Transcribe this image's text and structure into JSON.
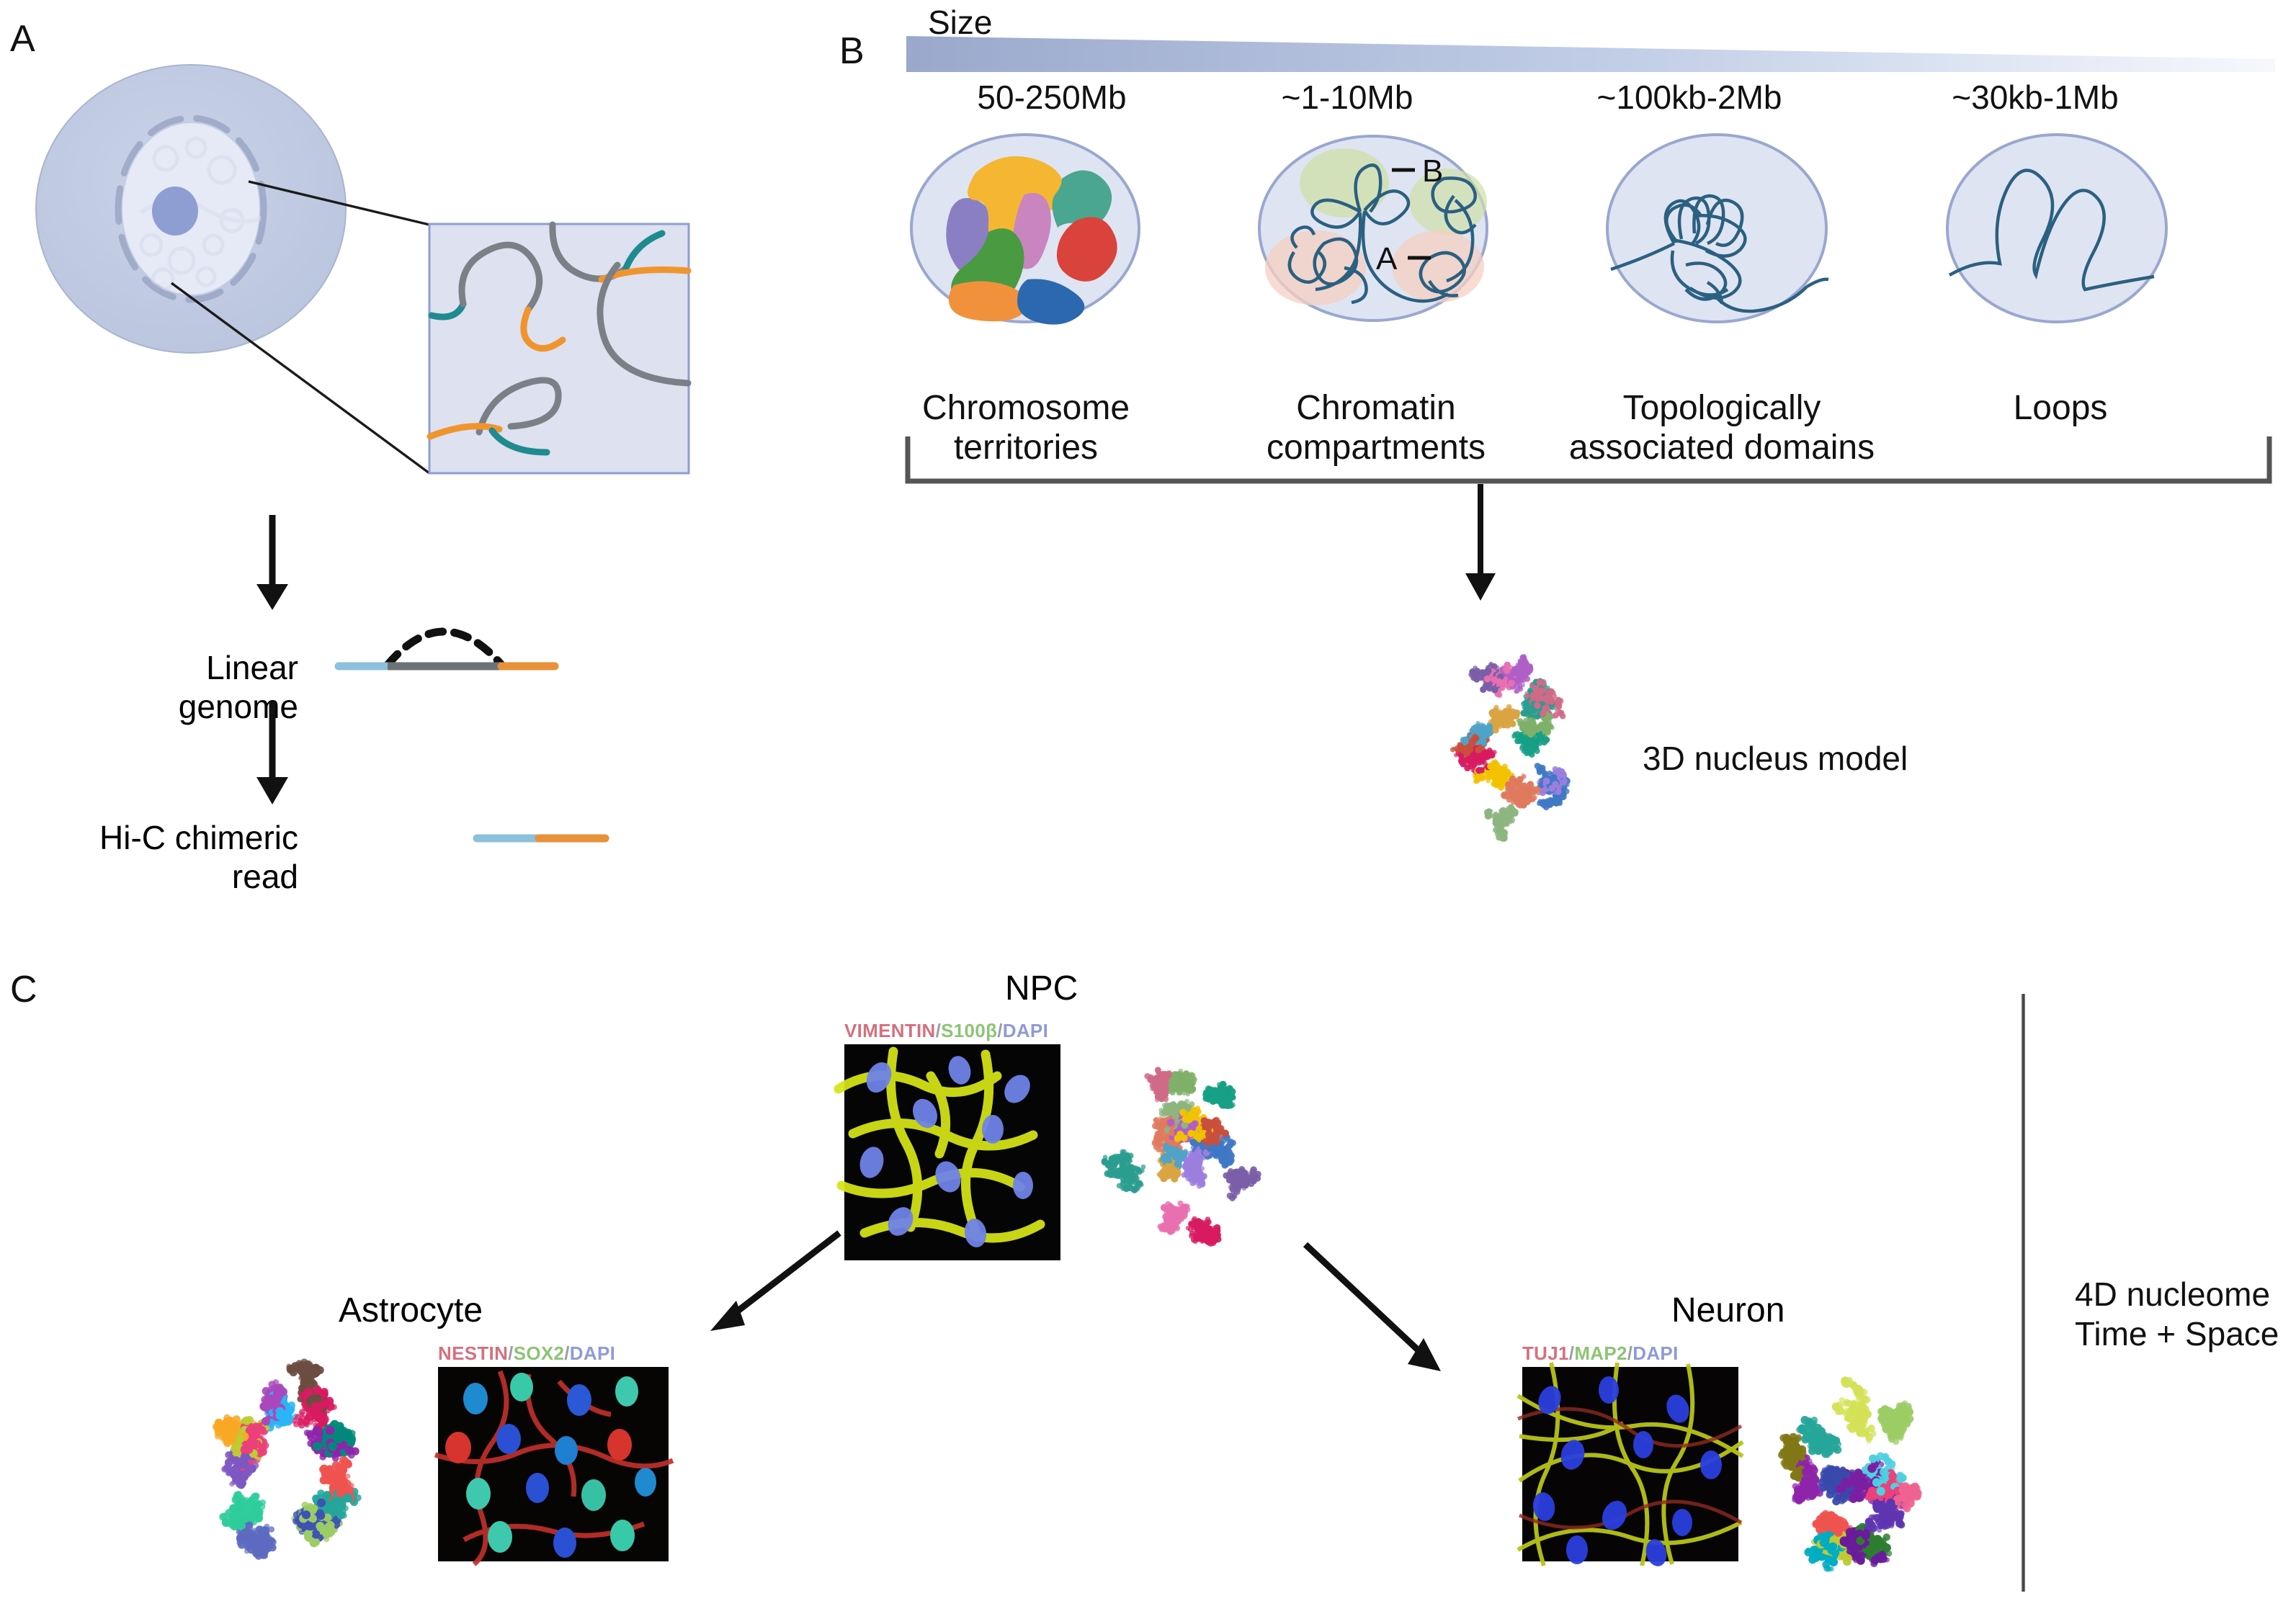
{
  "panels": {
    "a": {
      "letter": "A"
    },
    "b": {
      "letter": "B"
    },
    "c": {
      "letter": "C"
    }
  },
  "panel_a": {
    "linear_genome_label": "Linear genome",
    "hic_read_label": "Hi-C chimeric read",
    "colors": {
      "cell_body": "#bfc9e0",
      "nucleus_fill": "#e3e7f4",
      "nucleolus": "#8e9ed2",
      "inset_bg": "#dde1f0",
      "inset_border": "#8e9ed2",
      "strand_gray": "#7b8087",
      "strand_teal": "#1f8a8f",
      "strand_orange": "#f0952e",
      "read_blue": "#8cc0dc",
      "read_orange": "#e8903a"
    }
  },
  "panel_b": {
    "size_label": "Size",
    "size_ticks": [
      "50-250Mb",
      "~1-10Mb",
      "~100kb-2Mb",
      "~30kb-1Mb"
    ],
    "levels": [
      {
        "caption_line1": "Chromosome",
        "caption_line2": "territories"
      },
      {
        "caption_line1": "Chromatin",
        "caption_line2": "compartments"
      },
      {
        "caption_line1": "Topologically",
        "caption_line2": "associated domains"
      },
      {
        "caption_line1": "Loops",
        "caption_line2": ""
      }
    ],
    "compartment_labels": {
      "a": "A",
      "b": "B"
    },
    "model_label": "3D nucleus model",
    "colors": {
      "nucleus_fill": "#dfe4f3",
      "nucleus_stroke": "#9aa7cf",
      "gradient_dark": "#9aa8cc",
      "gradient_light": "#f2f5fc",
      "chromatin_stroke": "#2b6080",
      "compartment_b": "#cfe0a8",
      "compartment_a": "#f6cfc2",
      "bracket": "#555555"
    },
    "territory_colors": [
      "#f5b731",
      "#8b7fc4",
      "#4aa68f",
      "#c985c0",
      "#4a9a42",
      "#d9433c",
      "#f2913c",
      "#2b68b0"
    ]
  },
  "panel_c": {
    "npc_label": "NPC",
    "astrocyte_label": "Astrocyte",
    "neuron_label": "Neuron",
    "right_label_line1": "4D nucleome",
    "right_label_line2": "Time + Space",
    "micrographs": [
      {
        "id": "npc",
        "markers": [
          "VIMENTIN",
          "S100β",
          "DAPI"
        ]
      },
      {
        "id": "astrocyte",
        "markers": [
          "NESTIN",
          "SOX2",
          "DAPI"
        ]
      },
      {
        "id": "neuron",
        "markers": [
          "TUJ1",
          "MAP2",
          "DAPI"
        ]
      }
    ],
    "marker_colors": {
      "first": "#d4707f",
      "second": "#8cc474",
      "third": "#8e9bd6",
      "slash": "#9aa0a6"
    }
  }
}
